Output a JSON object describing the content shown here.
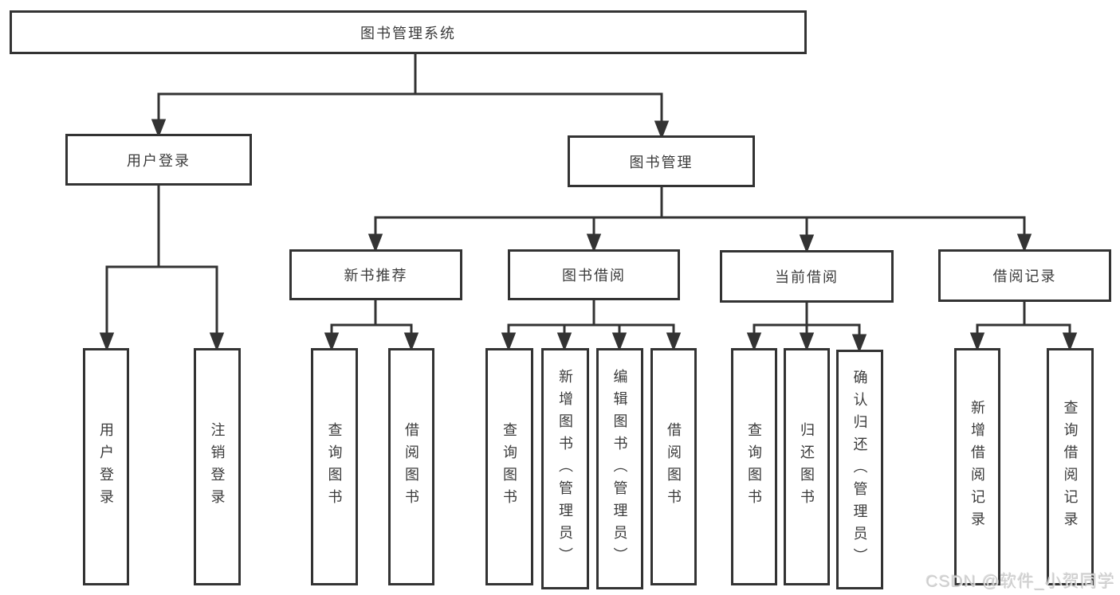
{
  "diagram": {
    "title": "图书管理系统",
    "root": "图书管理系统",
    "level2": {
      "user_login": "用户登录",
      "book_mgmt": "图书管理"
    },
    "level3": {
      "new_book": "新书推荐",
      "book_borrow": "图书借阅",
      "current_borrow": "当前借阅",
      "borrow_record": "借阅记录"
    },
    "leaves": {
      "login": "用户登录",
      "logout": "注销登录",
      "nb_query": "查询图书",
      "nb_borrow": "借阅图书",
      "bb_query": "查询图书",
      "bb_add": "新增图书（管理员）",
      "bb_edit": "编辑图书（管理员）",
      "bb_borrow": "借阅图书",
      "cb_query": "查询图书",
      "cb_return": "归还图书",
      "cb_confirm": "确认归还（管理员）",
      "br_add": "新增借阅记录",
      "br_query": "查询借阅记录"
    }
  },
  "watermark": "CSDN @软件_小贺同学",
  "colors": {
    "line": "#333333",
    "text": "#3b3b3b",
    "box_background": "#ffffff",
    "watermark": "#c9c9c9"
  }
}
